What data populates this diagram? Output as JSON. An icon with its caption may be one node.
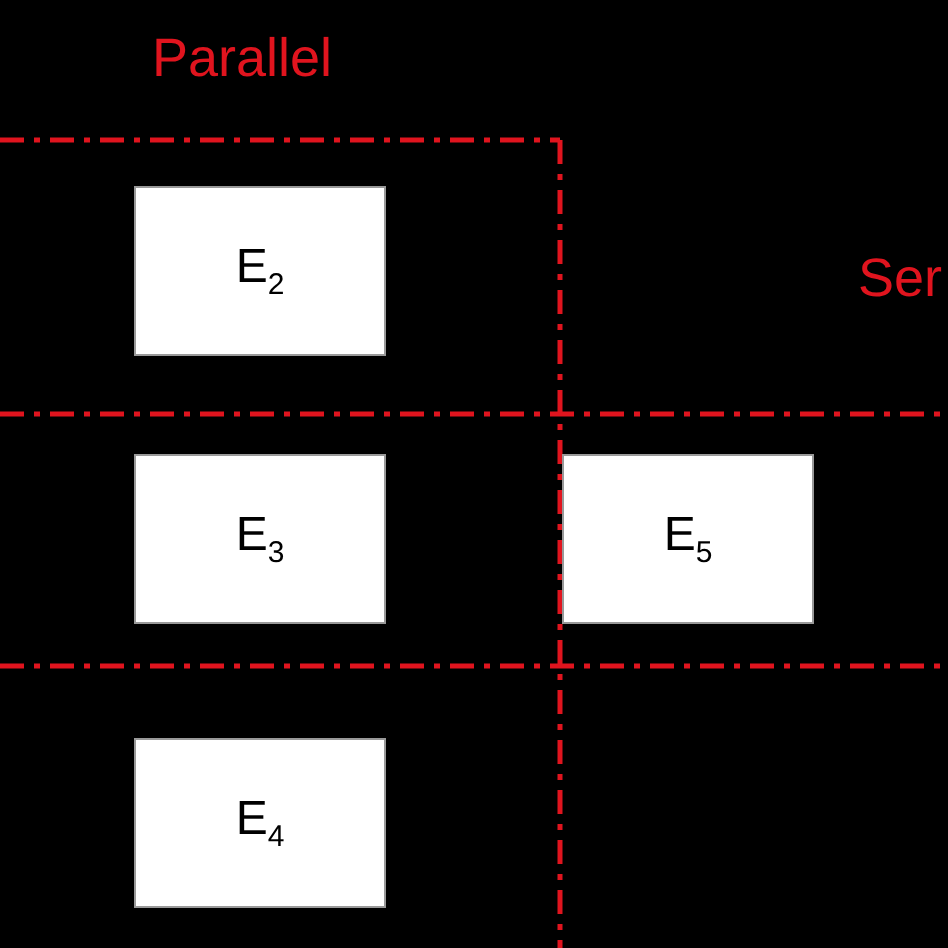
{
  "diagram": {
    "nodes": [
      {
        "text": [
          "E$_{2}$"
        ]
      },
      {
        "text": [
          "E$_{3}$"
        ]
      },
      {
        "text": [
          "E$_{4}$"
        ]
      },
      {
        "text": [
          "E$_{5}$"
        ]
      }
    ],
    "labels": [
      "Parallel",
      "Ser"
    ]
  }
}
